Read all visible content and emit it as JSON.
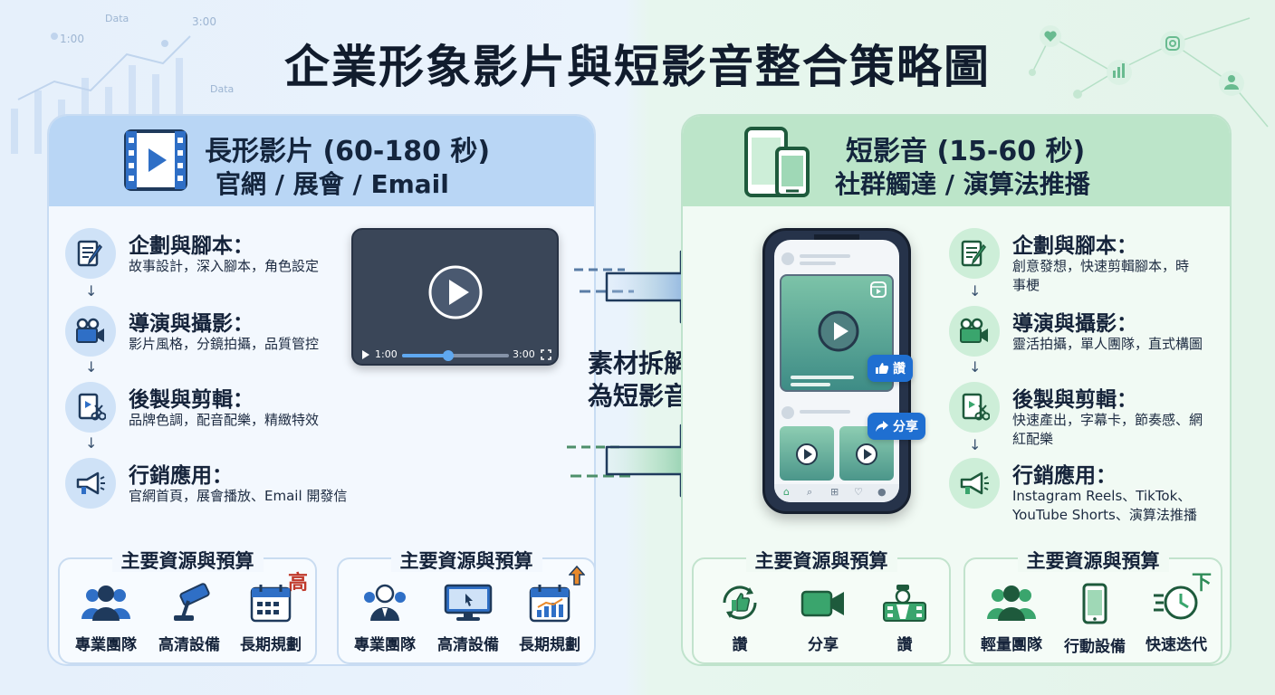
{
  "title": "企業形象影片與短影音整合策略圖",
  "bg_labels": {
    "data_top": "Data",
    "time_top": "3:00",
    "time_left": "1:00",
    "data_mid": "Data"
  },
  "left": {
    "header_line1": "長形影片 (60-180 秒)",
    "header_line2": "官網 / 展會 / Email",
    "header_icon": "film-play-icon",
    "steps": [
      {
        "title": "企劃與腳本：",
        "desc": "故事設計，深入腳本，角色設定",
        "icon": "script-pencil-icon"
      },
      {
        "title": "導演與攝影：",
        "desc": "影片風格，分鏡拍攝，品質管控",
        "icon": "video-camera-icon"
      },
      {
        "title": "後製與剪輯：",
        "desc": "品牌色調，配音配樂，精緻特效",
        "icon": "edit-scissors-icon"
      },
      {
        "title": "行銷應用：",
        "desc": "官網首頁，展會播放、Email 開發信",
        "icon": "megaphone-icon"
      }
    ],
    "video": {
      "time_start": "1:00",
      "time_end": "3:00",
      "progress": 0.43
    },
    "resources": [
      {
        "title": "主要資源與預算",
        "badge": "高",
        "badge_color": "#c0392b",
        "items": [
          {
            "label": "專業團隊",
            "icon": "team-icon"
          },
          {
            "label": "高清設備",
            "icon": "camera-crane-icon"
          },
          {
            "label": "長期規劃",
            "icon": "calendar-icon"
          }
        ]
      },
      {
        "title": "主要資源與預算",
        "badge_icon": "arrow-up-icon",
        "items": [
          {
            "label": "專業團隊",
            "icon": "professional-person-icon"
          },
          {
            "label": "高清設備",
            "icon": "monitor-icon"
          },
          {
            "label": "長期規劃",
            "icon": "calendar-chart-icon"
          }
        ]
      }
    ]
  },
  "middle": {
    "line1": "素材拆解",
    "line2": "為短影音"
  },
  "right": {
    "header_line1": "短影音 (15-60 秒)",
    "header_line2": "社群觸達 / 演算法推播",
    "header_icon": "mobile-devices-icon",
    "steps": [
      {
        "title": "企劃與腳本：",
        "desc": "創意發想，快速剪輯腳本，時事梗",
        "icon": "script-pencil-icon"
      },
      {
        "title": "導演與攝影：",
        "desc": "靈活拍攝，單人團隊，直式構圖",
        "icon": "video-camera-icon"
      },
      {
        "title": "後製與剪輯：",
        "desc": "快速產出，字幕卡，節奏感、網紅配樂",
        "icon": "edit-scissors-icon"
      },
      {
        "title": "行銷應用：",
        "desc": "Instagram Reels、TikTok、YouTube Shorts、演算法推播",
        "icon": "megaphone-icon"
      }
    ],
    "phone": {
      "like_label": "讚",
      "share_label": "分享"
    },
    "resources": [
      {
        "title": "主要資源與預算",
        "items": [
          {
            "label": "讚",
            "icon": "thumbs-up-cycle-icon"
          },
          {
            "label": "分享",
            "icon": "video-camera-icon"
          },
          {
            "label": "讚",
            "icon": "creator-icon"
          }
        ]
      },
      {
        "title": "主要資源與預算",
        "badge": "下",
        "badge_color": "#2e8b57",
        "items": [
          {
            "label": "輕量團隊",
            "icon": "team-icon"
          },
          {
            "label": "行動設備",
            "icon": "smartphone-icon"
          },
          {
            "label": "快速迭代",
            "icon": "fast-clock-icon"
          }
        ]
      }
    ]
  },
  "colors": {
    "blue": "#2f6fc6",
    "green": "#3aa56d",
    "navy": "#1f3a5c",
    "dark_green": "#1e5a3c"
  }
}
